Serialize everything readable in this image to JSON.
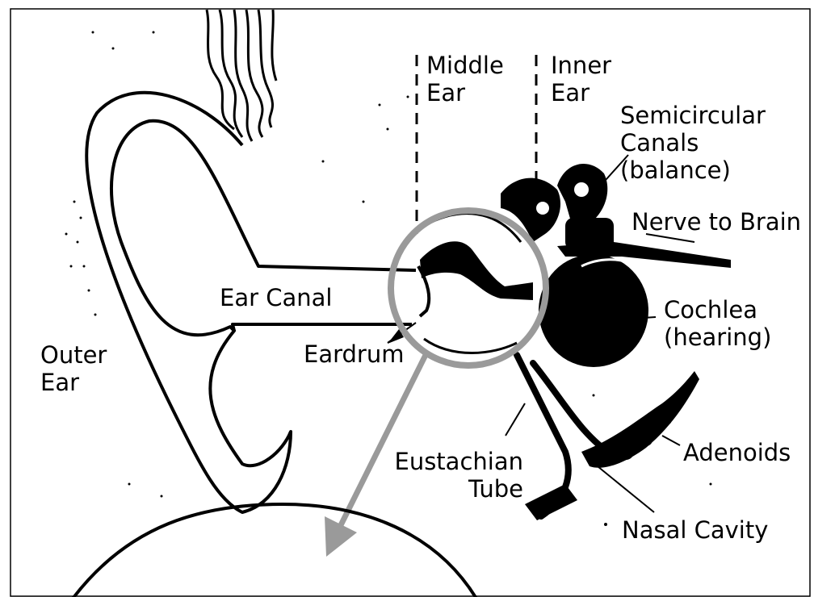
{
  "labels": {
    "middle_ear": "Middle Ear",
    "inner_ear": "Inner Ear",
    "semicircular_canals": "Semicircular Canals (balance)",
    "nerve_to_brain": "Nerve to Brain",
    "ear_canal": "Ear Canal",
    "cochlea": "Cochlea (hearing)",
    "outer_ear": "Outer Ear",
    "eardrum": "Eardrum",
    "adenoids": "Adenoids",
    "eustachian_tube": "Eustachian Tube",
    "nasal_cavity": "Nasal Cavity"
  },
  "colors": {
    "ink": "#000000",
    "magnifier": "#9a9a9a",
    "background": "#ffffff"
  }
}
